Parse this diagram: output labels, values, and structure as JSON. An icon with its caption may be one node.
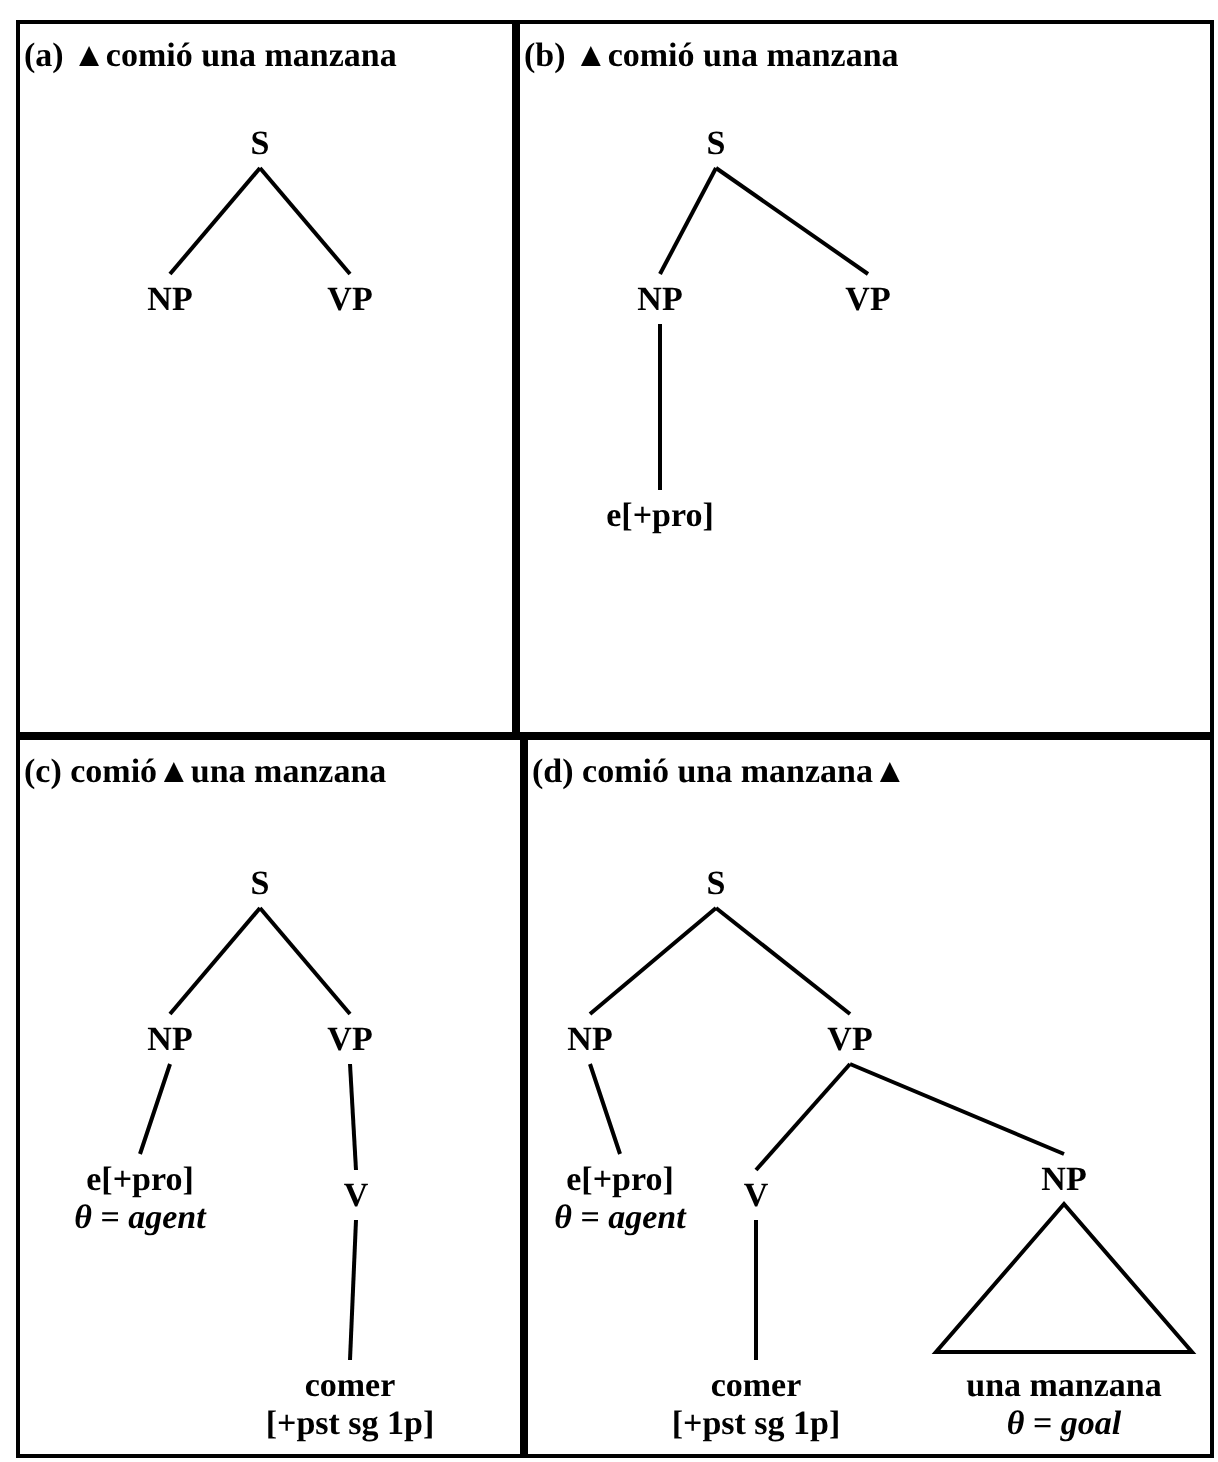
{
  "diagram": {
    "nodes": [
      {
        "text": [
          "(a) ▲comió una manzana"
        ]
      },
      {
        "text": [
          "S"
        ],
        "in": 0
      },
      {
        "text": [
          "NP"
        ],
        "in": 0
      },
      {
        "text": [
          "VP"
        ],
        "in": 0
      },
      {
        "text": [
          "(b) ▲comió una manzana"
        ]
      },
      {
        "text": [
          "S"
        ],
        "in": 4
      },
      {
        "text": [
          "NP"
        ],
        "in": 4
      },
      {
        "text": [
          "VP"
        ],
        "in": 4
      },
      {
        "text": [
          "e[+pro]"
        ],
        "in": 4
      },
      {
        "text": [
          "(c) comió▲una manzana"
        ]
      },
      {
        "text": [
          "S"
        ],
        "in": 9
      },
      {
        "text": [
          "NP"
        ],
        "in": 9
      },
      {
        "text": [
          "VP"
        ],
        "in": 9
      },
      {
        "text": [
          "e[+pro]",
          "*θ* = *agent*"
        ],
        "in": 9
      },
      {
        "text": [
          "V"
        ],
        "in": 9
      },
      {
        "text": [
          "comer",
          "[+pst sg 1p]"
        ],
        "in": 9
      },
      {
        "text": [
          "(d) comió una manzana▲"
        ]
      },
      {
        "text": [
          "S"
        ],
        "in": 16
      },
      {
        "text": [
          "NP"
        ],
        "in": 16
      },
      {
        "text": [
          "VP"
        ],
        "in": 16
      },
      {
        "text": [
          "e[+pro]",
          "*θ* = *agent*"
        ],
        "in": 16
      },
      {
        "text": [
          "V"
        ],
        "in": 16
      },
      {
        "text": [
          "NP"
        ],
        "in": 16
      },
      {
        "text": [
          "comer",
          "[+pst sg 1p]"
        ],
        "in": 16
      },
      {
        "text": [
          "una manzana",
          "*θ* = *goal*"
        ],
        "in": 16
      }
    ],
    "edges": [
      {
        "from": 1,
        "to": 2,
        "arrow": "none"
      },
      {
        "from": 1,
        "to": 3,
        "arrow": "none"
      },
      {
        "from": 5,
        "to": 6,
        "arrow": "none"
      },
      {
        "from": 5,
        "to": 7,
        "arrow": "none"
      },
      {
        "from": 6,
        "to": 8,
        "arrow": "none"
      },
      {
        "from": 10,
        "to": 11,
        "arrow": "none"
      },
      {
        "from": 10,
        "to": 12,
        "arrow": "none"
      },
      {
        "from": 11,
        "to": 13,
        "arrow": "none"
      },
      {
        "from": 12,
        "to": 14,
        "arrow": "none"
      },
      {
        "from": 14,
        "to": 15,
        "arrow": "none"
      },
      {
        "from": 17,
        "to": 18,
        "arrow": "none"
      },
      {
        "from": 17,
        "to": 19,
        "arrow": "none"
      },
      {
        "from": 18,
        "to": 20,
        "arrow": "none"
      },
      {
        "from": 19,
        "to": 21,
        "arrow": "none"
      },
      {
        "from": 19,
        "to": 22,
        "arrow": "none"
      },
      {
        "from": 21,
        "to": 23,
        "arrow": "none"
      },
      {
        "from": 22,
        "to": 24,
        "arrow": "none"
      }
    ]
  }
}
